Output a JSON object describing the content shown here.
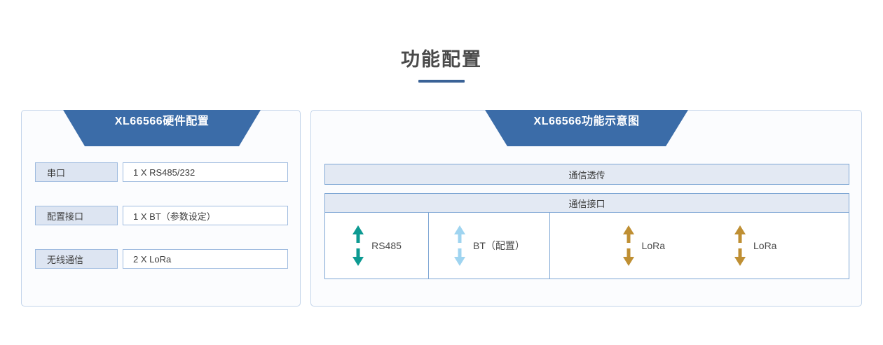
{
  "page": {
    "title": "功能配置",
    "accent_color": "#3a6296",
    "banner_color": "#3b6ca8",
    "panel_border_color": "#c3d4ea",
    "bar_fill_color": "#e3e9f3",
    "bar_border_color": "#7ea6d4"
  },
  "left_panel": {
    "banner_title": "XL66566硬件配置",
    "rows": [
      {
        "key": "串口",
        "value": "1 X RS485/232"
      },
      {
        "key": "配置接口",
        "value": "1 X BT（参数设定）"
      },
      {
        "key": "无线通信",
        "value": "2 X LoRa"
      }
    ]
  },
  "right_panel": {
    "banner_title": "XL66566功能示意图",
    "top_bar_label": "通信透传",
    "interface_block_title": "通信接口",
    "ports": [
      {
        "label": "RS485",
        "arrow_color": "#0d9a92"
      },
      {
        "label": "BT（配置）",
        "arrow_color": "#9fd4f0"
      },
      {
        "label": "LoRa",
        "arrow_color": "#bf8f33"
      },
      {
        "label": "LoRa",
        "arrow_color": "#bf8f33"
      }
    ]
  }
}
